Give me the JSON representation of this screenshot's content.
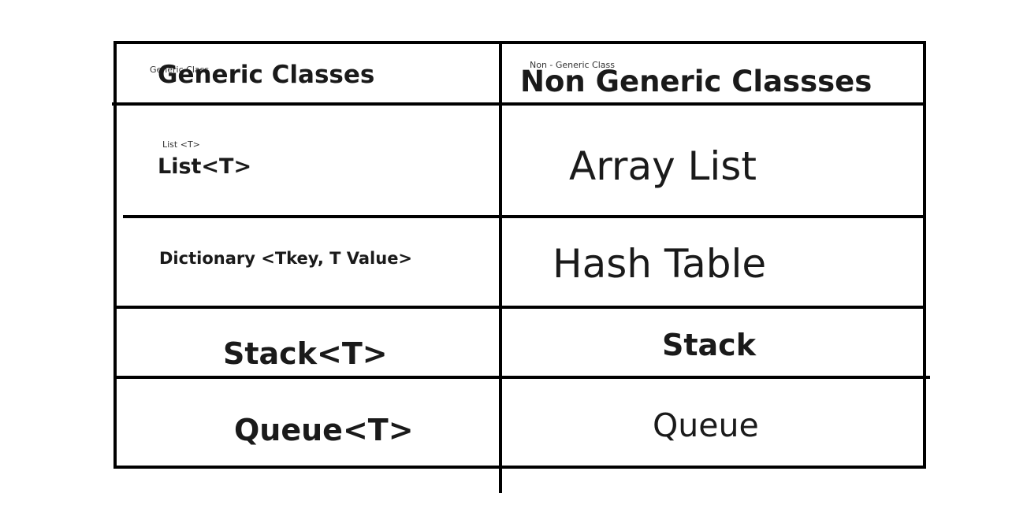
{
  "table": {
    "headers": {
      "generic": "Generic Classes",
      "generic_small": "Generic Class",
      "non_generic": "Non Generic Classses",
      "non_generic_small": "Non - Generic Class"
    },
    "rows": [
      {
        "generic": "List<T>",
        "generic_small": "List <T>",
        "non_generic": "Array List"
      },
      {
        "generic": "Dictionary <Tkey, T Value>",
        "non_generic": "Hash Table"
      },
      {
        "generic": "Stack<T>",
        "non_generic": "Stack"
      },
      {
        "generic": "Queue<T>",
        "non_generic": "Queue"
      }
    ]
  }
}
